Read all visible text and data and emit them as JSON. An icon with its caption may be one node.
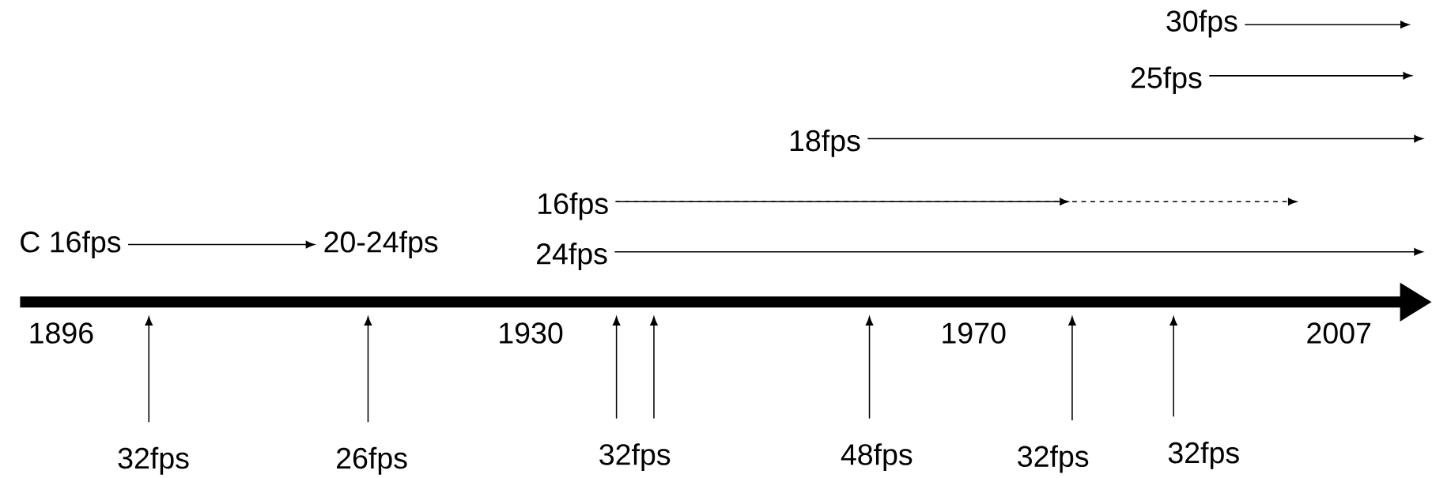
{
  "diagram": {
    "nodes": [
      {
        "text": [
          "30fps"
        ]
      },
      {
        "text": [
          "25fps"
        ]
      },
      {
        "text": [
          "18fps"
        ]
      },
      {
        "text": [
          "16fps"
        ]
      },
      {
        "text": [
          "C 16fps"
        ]
      },
      {
        "text": [
          "20-24fps"
        ]
      },
      {
        "text": [
          "24fps"
        ]
      },
      {
        "text": [
          "32fps"
        ]
      },
      {
        "text": [
          "26fps"
        ]
      },
      {
        "text": [
          "32fps"
        ]
      },
      {
        "text": [
          "48fps"
        ]
      },
      {
        "text": [
          "32fps"
        ]
      },
      {
        "text": [
          "32fps"
        ]
      }
    ],
    "edges": [
      {
        "from": 4,
        "to": 5,
        "arrow": "to"
      },
      {
        "from": 0,
        "to": null,
        "arrow": "to"
      },
      {
        "from": 1,
        "to": null,
        "arrow": "to"
      },
      {
        "from": 2,
        "to": null,
        "arrow": "to"
      },
      {
        "from": 3,
        "to": null,
        "arrow": "to"
      },
      {
        "from": 3,
        "to": null,
        "arrow": "to",
        "style": "dashed"
      },
      {
        "from": 6,
        "to": null,
        "arrow": "to"
      },
      {
        "from": 7,
        "to": null,
        "arrow": "to"
      },
      {
        "from": 8,
        "to": null,
        "arrow": "to"
      },
      {
        "from": 9,
        "to": null,
        "arrow": "to"
      },
      {
        "from": 9,
        "to": null,
        "arrow": "to"
      },
      {
        "from": 10,
        "to": null,
        "arrow": "to"
      },
      {
        "from": 11,
        "to": null,
        "arrow": "to"
      },
      {
        "from": 12,
        "to": null,
        "arrow": "to"
      }
    ],
    "labels": [
      "1896",
      "1930",
      "1970",
      "2007"
    ]
  }
}
